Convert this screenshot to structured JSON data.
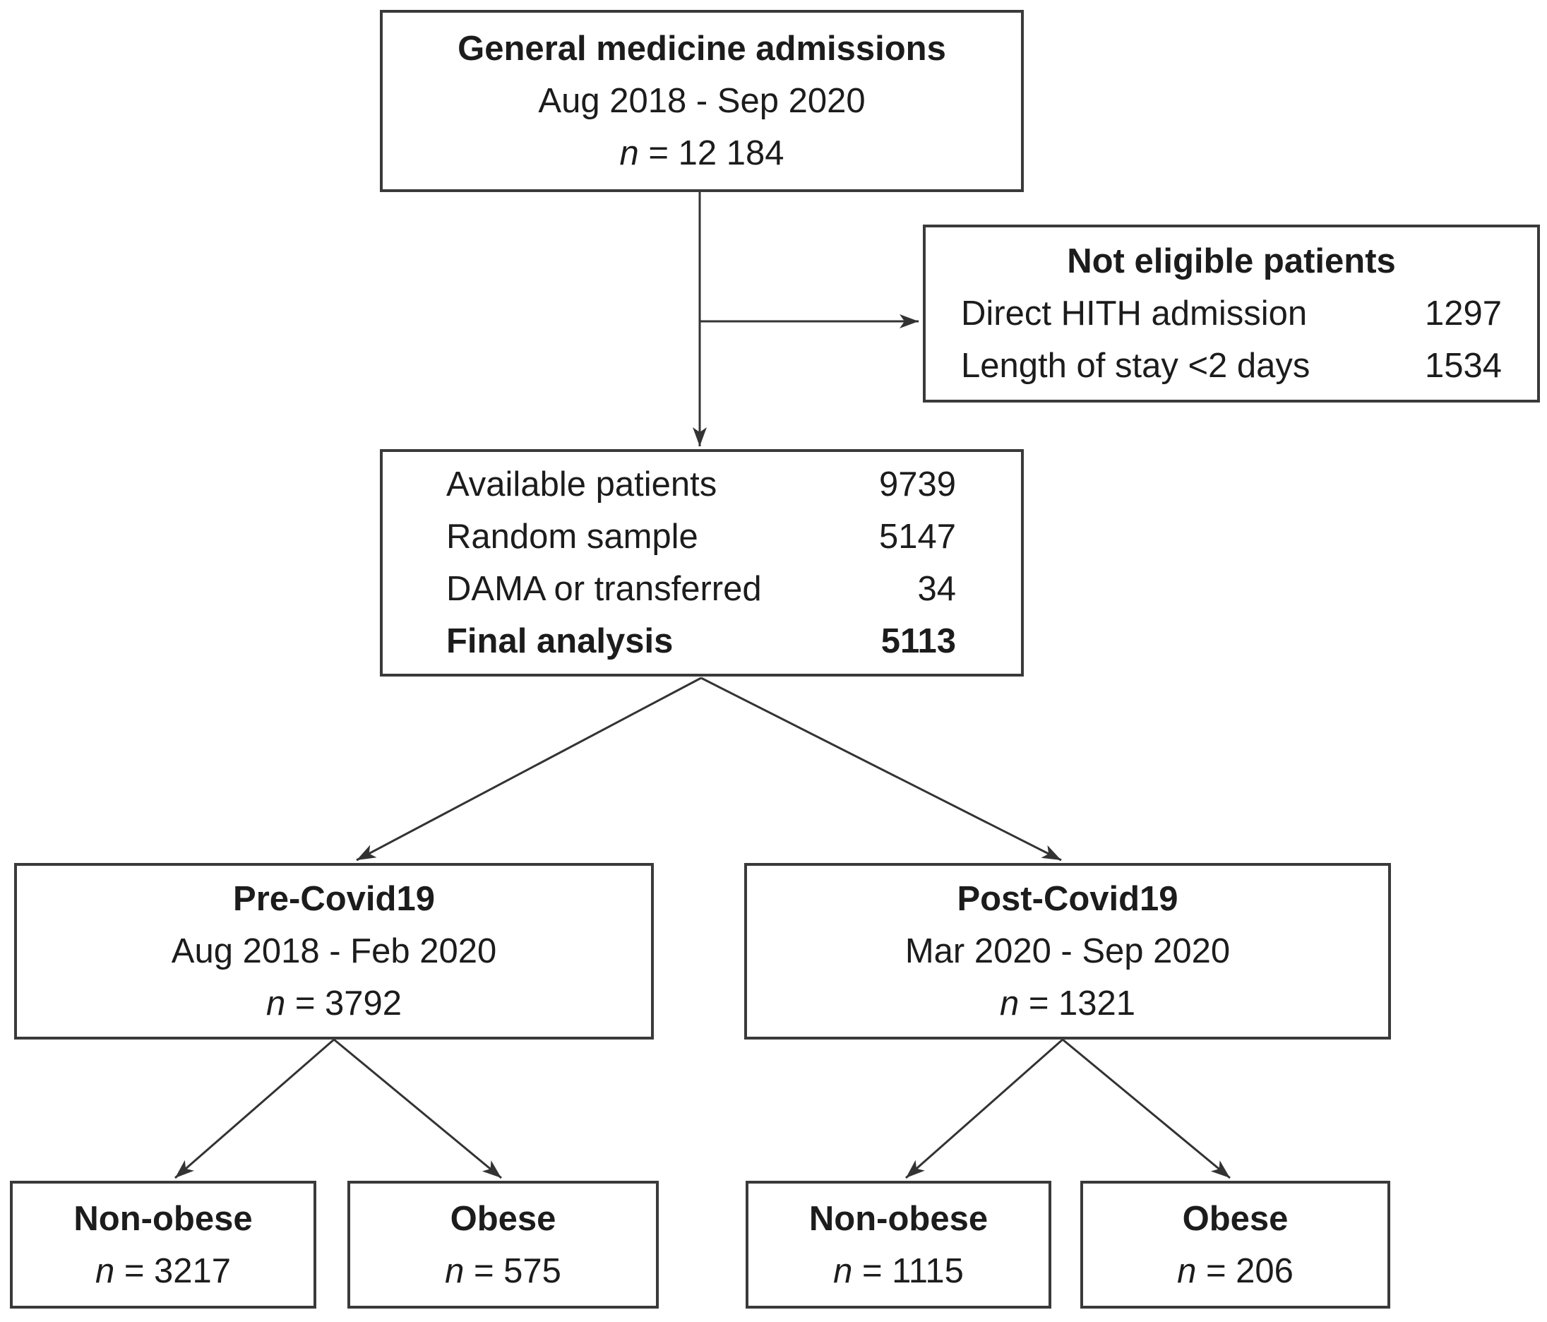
{
  "colors": {
    "background": "#ffffff",
    "box_border": "#3a3a3a",
    "line": "#333333",
    "text": "#1c1c1c"
  },
  "flow": {
    "admissions": {
      "title": "General medicine admissions",
      "period": "Aug 2018 - Sep 2020",
      "n_italic": "n",
      "n_rest": " = 12 184"
    },
    "not_eligible": {
      "title": "Not eligible patients",
      "rows": [
        {
          "label": "Direct HITH admission",
          "value": "1297"
        },
        {
          "label": "Length of stay <2 days",
          "value": "1534"
        }
      ]
    },
    "available": {
      "rows": [
        {
          "label": "Available patients",
          "value": "9739"
        },
        {
          "label": "Random sample",
          "value": "5147"
        },
        {
          "label": "DAMA or transferred",
          "value": "34"
        },
        {
          "label": "Final analysis",
          "value": "5113"
        }
      ]
    },
    "pre_covid": {
      "title": "Pre-Covid19",
      "period": "Aug 2018 - Feb 2020",
      "n_italic": "n",
      "n_rest": " = 3792"
    },
    "post_covid": {
      "title": "Post-Covid19",
      "period": "Mar 2020 - Sep 2020",
      "n_italic": "n",
      "n_rest": " = 1321"
    },
    "pre_non_obese": {
      "title": "Non-obese",
      "n_italic": "n",
      "n_rest": " = 3217"
    },
    "pre_obese": {
      "title": "Obese",
      "n_italic": "n",
      "n_rest": " = 575"
    },
    "post_non_obese": {
      "title": "Non-obese",
      "n_italic": "n",
      "n_rest": " = 1115"
    },
    "post_obese": {
      "title": "Obese",
      "n_italic": "n",
      "n_rest": " = 206"
    }
  }
}
